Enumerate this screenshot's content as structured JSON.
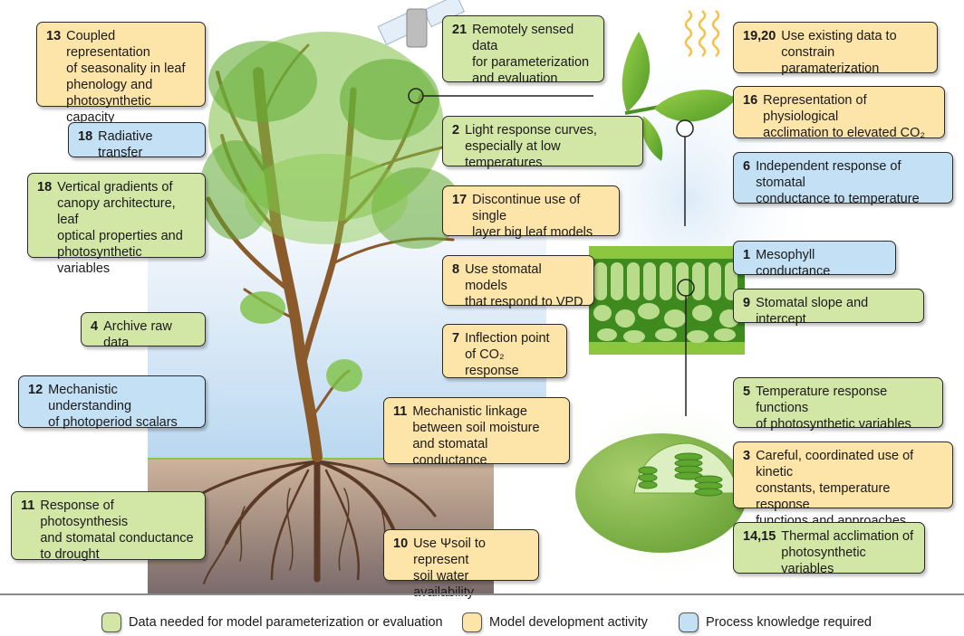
{
  "colors": {
    "data_needed": "#d2e6a6",
    "model_development": "#fde4a8",
    "process_knowledge": "#c4e0f4"
  },
  "boxes": [
    {
      "id": "b13",
      "num": "13",
      "text": "Coupled representation\nof seasonality in leaf\nphenology and\nphotosynthetic capacity",
      "category": "model_development"
    },
    {
      "id": "b18a",
      "num": "18",
      "text": "Radiative transfer",
      "category": "process_knowledge"
    },
    {
      "id": "b18b",
      "num": "18",
      "text": "Vertical gradients of\ncanopy architecture, leaf\noptical properties and\nphotosynthetic variables",
      "category": "data_needed"
    },
    {
      "id": "b4",
      "num": "4",
      "text": "Archive raw data",
      "category": "data_needed"
    },
    {
      "id": "b12",
      "num": "12",
      "text": "Mechanistic understanding\nof photoperiod scalars",
      "category": "process_knowledge"
    },
    {
      "id": "b11a",
      "num": "11",
      "text": "Response of photosynthesis\nand stomatal conductance\nto drought",
      "category": "data_needed"
    },
    {
      "id": "b21",
      "num": "21",
      "text": "Remotely sensed data\nfor parameterization\nand evaluation",
      "category": "data_needed"
    },
    {
      "id": "b2",
      "num": "2",
      "text": "Light response curves,\nespecially at low temperatures",
      "category": "data_needed"
    },
    {
      "id": "b17",
      "num": "17",
      "text": "Discontinue use of single\nlayer big leaf models",
      "category": "model_development"
    },
    {
      "id": "b8",
      "num": "8",
      "text": "Use stomatal models\nthat respond to VPD",
      "category": "model_development"
    },
    {
      "id": "b7",
      "num": "7",
      "text": "Inflection point\nof CO₂ response",
      "category": "model_development"
    },
    {
      "id": "b11b",
      "num": "11",
      "text": "Mechanistic linkage\nbetween soil moisture\nand stomatal conductance",
      "category": "model_development"
    },
    {
      "id": "b10",
      "num": "10",
      "text": "Use Ψsoil to represent\nsoil water availability",
      "category": "model_development"
    },
    {
      "id": "b1920",
      "num": "19,20",
      "text": "Use existing data to\nconstrain paramaterization",
      "category": "model_development"
    },
    {
      "id": "b16",
      "num": "16",
      "text": "Representation of physiological\nacclimation to elevated CO₂",
      "category": "model_development"
    },
    {
      "id": "b6",
      "num": "6",
      "text": "Independent response of stomatal\nconductance to temperature",
      "category": "process_knowledge"
    },
    {
      "id": "b1",
      "num": "1",
      "text": "Mesophyll conductance",
      "category": "process_knowledge"
    },
    {
      "id": "b9",
      "num": "9",
      "text": "Stomatal slope and intercept",
      "category": "data_needed"
    },
    {
      "id": "b5",
      "num": "5",
      "text": "Temperature response functions\nof photosynthetic variables",
      "category": "data_needed"
    },
    {
      "id": "b3",
      "num": "3",
      "text": "Careful, coordinated use of kinetic\nconstants, temperature response\nfunctions and approaches",
      "category": "model_development"
    },
    {
      "id": "b1415",
      "num": "14,15",
      "text": "Thermal acclimation of\nphotosynthetic variables",
      "category": "data_needed"
    }
  ],
  "legend": [
    {
      "label": "Data needed for model parameterization or evaluation",
      "category": "data_needed"
    },
    {
      "label": "Model development activity",
      "category": "model_development"
    },
    {
      "label": "Process knowledge required",
      "category": "process_knowledge"
    }
  ],
  "illustrations": [
    "tree-icon",
    "roots-icon",
    "satellite-icon",
    "sun-heat-icon",
    "leaf-sprig-icon",
    "leaf-cross-section-icon",
    "chloroplast-icon"
  ]
}
